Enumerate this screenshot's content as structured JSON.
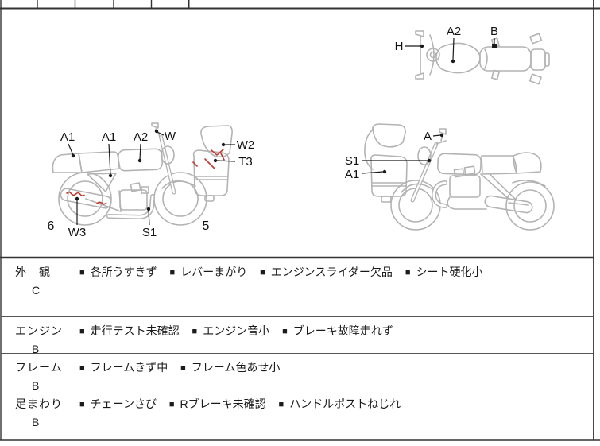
{
  "bullet": "■",
  "colors": {
    "damage_red": "#c23a2e",
    "bike_outline": "#b3b3b3",
    "grid_line": "#333333"
  },
  "diagram": {
    "left_bike": {
      "a1_rear": "A1",
      "a1_mid": "A1",
      "a2": "A2",
      "w": "W",
      "w2": "W2",
      "t3": "T3",
      "w3": "W3",
      "s1": "S1",
      "num_rear": "6",
      "num_front": "5"
    },
    "right_bike": {
      "a": "A",
      "s1": "S1",
      "a1": "A1"
    },
    "top_view": {
      "h": "H",
      "a2": "A2",
      "b": "B"
    }
  },
  "sections": [
    {
      "name": "外　観",
      "grade": "C",
      "items": [
        "各所うすきず",
        "レバーまがり",
        "エンジンスライダー欠品",
        "シート硬化小"
      ]
    },
    {
      "name": "エンジン",
      "grade": "B",
      "items": [
        "走行テスト未確認",
        "エンジン音小",
        "ブレーキ故障走れず"
      ]
    },
    {
      "name": "フレーム",
      "grade": "B",
      "items": [
        "フレームきず中",
        "フレーム色あせ小"
      ]
    },
    {
      "name": "足まわり",
      "grade": "B",
      "items": [
        "チェーンさび",
        "Rブレーキ未確認",
        "ハンドルポストねじれ"
      ]
    }
  ]
}
